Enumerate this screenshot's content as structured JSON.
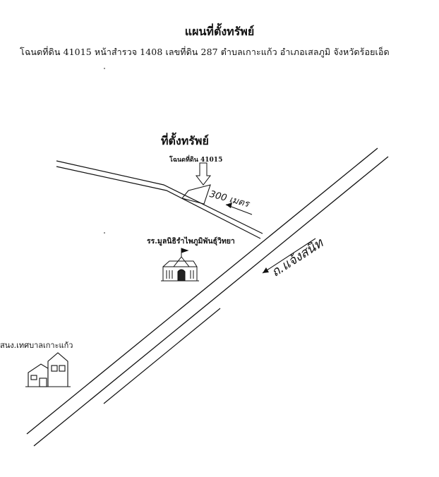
{
  "map": {
    "title": "แผนที่ตั้งทรัพย์",
    "subtitle": "โฉนดที่ดิน 41015 หน้าสำรวจ 1408 เลขที่ดิน 287  ตำบลเกาะแก้ว   อำเภอเสลภูมิ   จังหวัดร้อยเอ็ด",
    "property_heading": "ที่ตั้งทรัพย์",
    "parcel_label": "โฉนดที่ดิน 41015",
    "distance_note": "300 เมตร",
    "road_note": "ถ.แจ้งสนิท",
    "school_label": "รร.มูลนิธิรำไพภูมิพันธุ์วิทยา",
    "office_label": "สนง.เทศบาลเกาะแก้ว"
  }
}
